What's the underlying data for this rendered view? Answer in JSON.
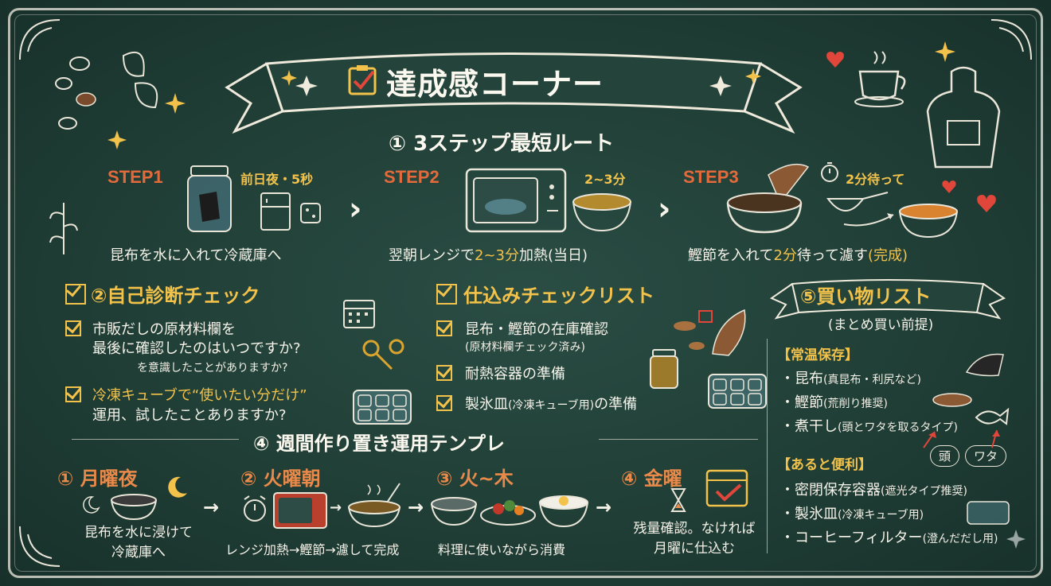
{
  "title": "達成感コーナー",
  "section1": {
    "heading": "① 3ステップ最短ルート",
    "steps": [
      {
        "label": "STEP1",
        "note": "前日夜・5秒",
        "desc": "昆布を水に入れて冷蔵庫へ"
      },
      {
        "label": "STEP2",
        "note": "2~3分",
        "desc_a": "翌朝レンジで",
        "desc_b": "2~3分",
        "desc_c": "加熱(当日)"
      },
      {
        "label": "STEP3",
        "note": "2分待って",
        "desc_a": "鰹節を入れて",
        "desc_b": "2分",
        "desc_c": "待って濾す",
        "desc_d": "(完成)"
      }
    ]
  },
  "section2": {
    "heading": "②自己診断チェック",
    "items": [
      {
        "line1": "市販だしの原材料欄を",
        "line2": "最後に確認したのはいつですか?",
        "line3": "を意識したことがありますか?"
      },
      {
        "line1_a": "冷凍キューブで",
        "line1_b": "“使いたい分だけ”",
        "line2": "運用、試したことありますか?"
      }
    ]
  },
  "section3": {
    "heading": "仕込みチェックリスト",
    "items": [
      {
        "text": "昆布・鰹節の在庫確認",
        "sub": "(原材料欄チェック済み)"
      },
      {
        "text": "耐熱容器の準備"
      },
      {
        "text_a": "製氷皿",
        "text_b": "(冷凍キューブ用)",
        "text_c": "の準備"
      }
    ]
  },
  "section4": {
    "heading": "④ 週間作り置き運用テンプレ",
    "days": [
      {
        "num": "①",
        "name": "月曜夜",
        "line1": "昆布を水に浸けて",
        "line2": "冷蔵庫へ"
      },
      {
        "num": "②",
        "name": "火曜朝",
        "line1": "レンジ加熱→鰹節→濾して完成"
      },
      {
        "num": "③",
        "name": "火~木",
        "line1": "料理に使いながら消費"
      },
      {
        "num": "④",
        "name": "金曜",
        "line1": "残量確認。なければ",
        "line2": "月曜に仕込む"
      }
    ]
  },
  "section5": {
    "heading": "⑤買い物リスト",
    "sub": "(まとめ買い前提)",
    "group1": {
      "label": "【常温保存】",
      "items": [
        {
          "main": "・昆布",
          "note": "(真昆布・利尻など)"
        },
        {
          "main": "・鰹節",
          "note": "(荒削り推奨)"
        },
        {
          "main": "・煮干し",
          "note": "(頭とワタを取るタイプ)"
        }
      ],
      "tags": [
        "頭",
        "ワタ"
      ]
    },
    "group2": {
      "label": "【あると便利】",
      "items": [
        {
          "main": "・密閉保存容器",
          "note": "(遮光タイプ推奨)"
        },
        {
          "main": "・製氷皿",
          "note": "(冷凍キューブ用)"
        },
        {
          "main": "・コーヒーフィルター",
          "note": "(澄んだだし用)"
        }
      ]
    }
  },
  "colors": {
    "board": "#1f3d35",
    "accent_yellow": "#f2c24a",
    "accent_orange": "#e46a3c",
    "chalk": "#f2efe6"
  }
}
